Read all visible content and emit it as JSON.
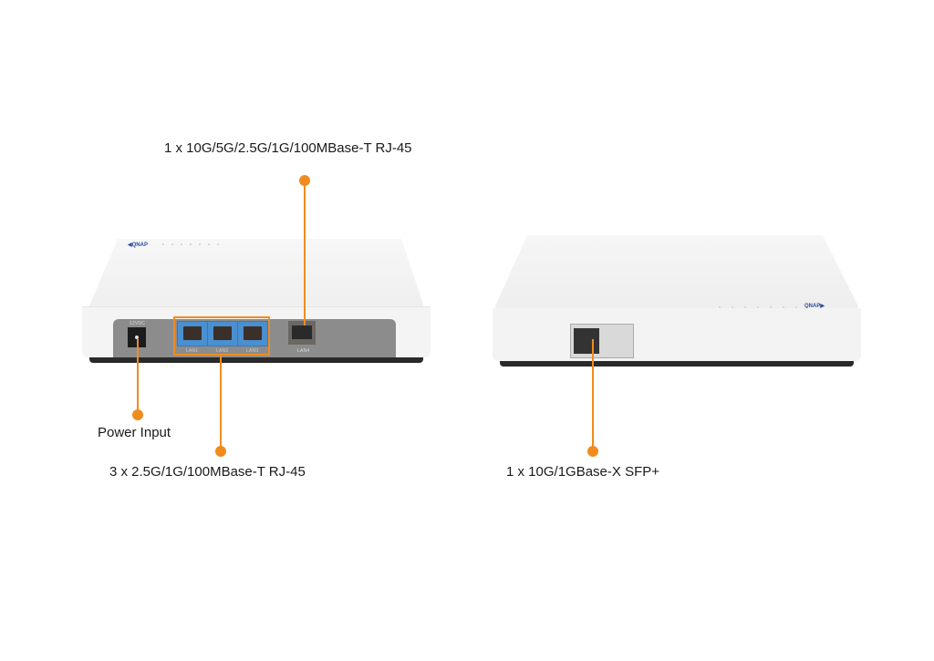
{
  "callouts": {
    "top_port": "1 x 10G/5G/2.5G/1G/100MBase-T RJ-45",
    "power": "Power Input",
    "lan_group": "3 x 2.5G/1G/100MBase-T RJ-45",
    "sfp": "1 x 10G/1GBase-X SFP+"
  },
  "device_labels": {
    "power_rating": "12VDC",
    "lan1": "LAN1",
    "lan2": "LAN2",
    "lan3": "LAN3",
    "lan4": "LAN4",
    "logo": "QNAP"
  },
  "colors": {
    "accent": "#f08c1e",
    "port_blue": "#4a8fd0"
  }
}
